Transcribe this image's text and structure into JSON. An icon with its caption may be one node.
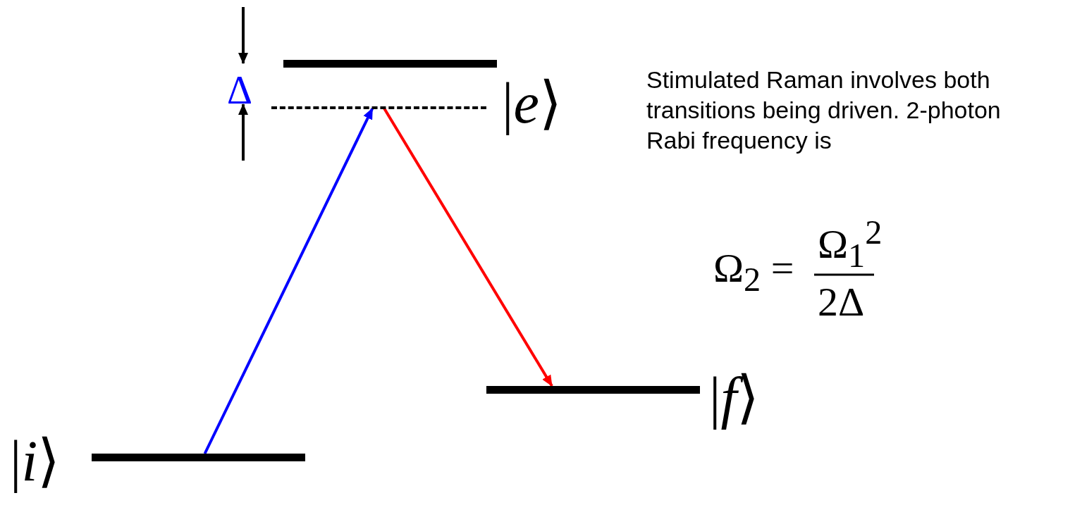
{
  "diagram": {
    "nodes": [
      {
        "text": [],
        "shape": "bar",
        "beside": [
          "|*e*⟩"
        ]
      },
      {
        "text": [],
        "shape": "bar"
      },
      {
        "text": [],
        "shape": "bar",
        "beside": [
          "|*f*⟩"
        ]
      },
      {
        "text": [],
        "shape": "bar",
        "beside": [
          "|*i*⟩"
        ]
      }
    ],
    "edges": [
      {
        "from": 3,
        "to": 1,
        "arrow": "to",
        "color": "#0000ff"
      },
      {
        "from": 1,
        "to": 2,
        "arrow": "to",
        "color": "#ff0000"
      }
    ],
    "labels": [
      "Δ",
      "Stimulated Raman involves both transitions being driven. 2-photon Rabi frequency is",
      "Ω$_{2}$ =",
      "Ω$_{1}$$^{2}$",
      "2Δ"
    ]
  }
}
